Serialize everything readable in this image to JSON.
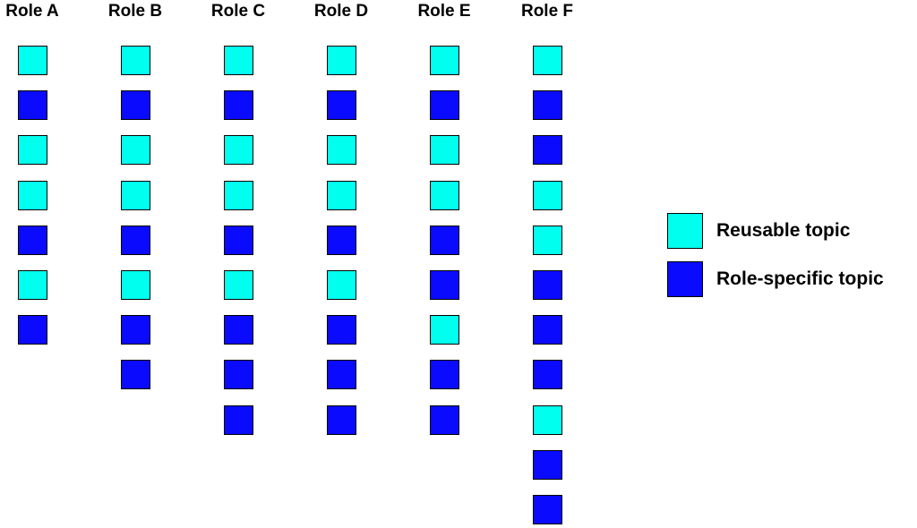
{
  "colors": {
    "reusable": "#00ffee",
    "role_specific": "#0a0aff",
    "border": "#000000"
  },
  "roles": [
    {
      "name": "Role A",
      "topics": [
        "reusable",
        "specific",
        "reusable",
        "reusable",
        "specific",
        "reusable",
        "specific"
      ]
    },
    {
      "name": "Role B",
      "topics": [
        "reusable",
        "specific",
        "reusable",
        "reusable",
        "specific",
        "reusable",
        "specific",
        "specific"
      ]
    },
    {
      "name": "Role C",
      "topics": [
        "reusable",
        "specific",
        "reusable",
        "reusable",
        "specific",
        "reusable",
        "specific",
        "specific",
        "specific"
      ]
    },
    {
      "name": "Role D",
      "topics": [
        "reusable",
        "specific",
        "reusable",
        "reusable",
        "specific",
        "reusable",
        "specific",
        "specific",
        "specific"
      ]
    },
    {
      "name": "Role E",
      "topics": [
        "reusable",
        "specific",
        "reusable",
        "reusable",
        "specific",
        "specific",
        "reusable",
        "specific",
        "specific"
      ]
    },
    {
      "name": "Role F",
      "topics": [
        "reusable",
        "specific",
        "specific",
        "reusable",
        "reusable",
        "specific",
        "specific",
        "specific",
        "reusable",
        "specific",
        "specific"
      ]
    }
  ],
  "legend": {
    "reusable_label": "Reusable topic",
    "specific_label": "Role-specific topic"
  }
}
